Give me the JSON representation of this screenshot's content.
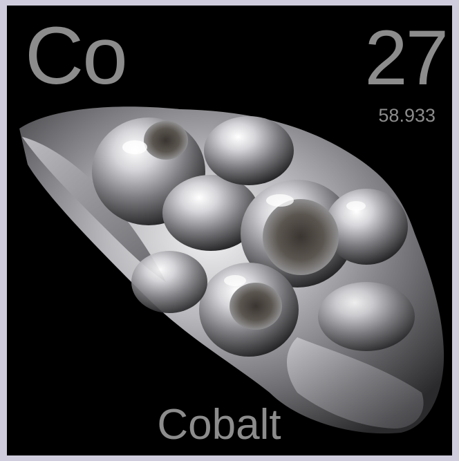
{
  "element": {
    "symbol": "Co",
    "atomic_number": "27",
    "atomic_mass": "58.933",
    "name": "Cobalt"
  },
  "colors": {
    "background": "#000000",
    "text": "#8c8c8c",
    "border": "#cfcddd",
    "metal": "#b8b8bc"
  }
}
